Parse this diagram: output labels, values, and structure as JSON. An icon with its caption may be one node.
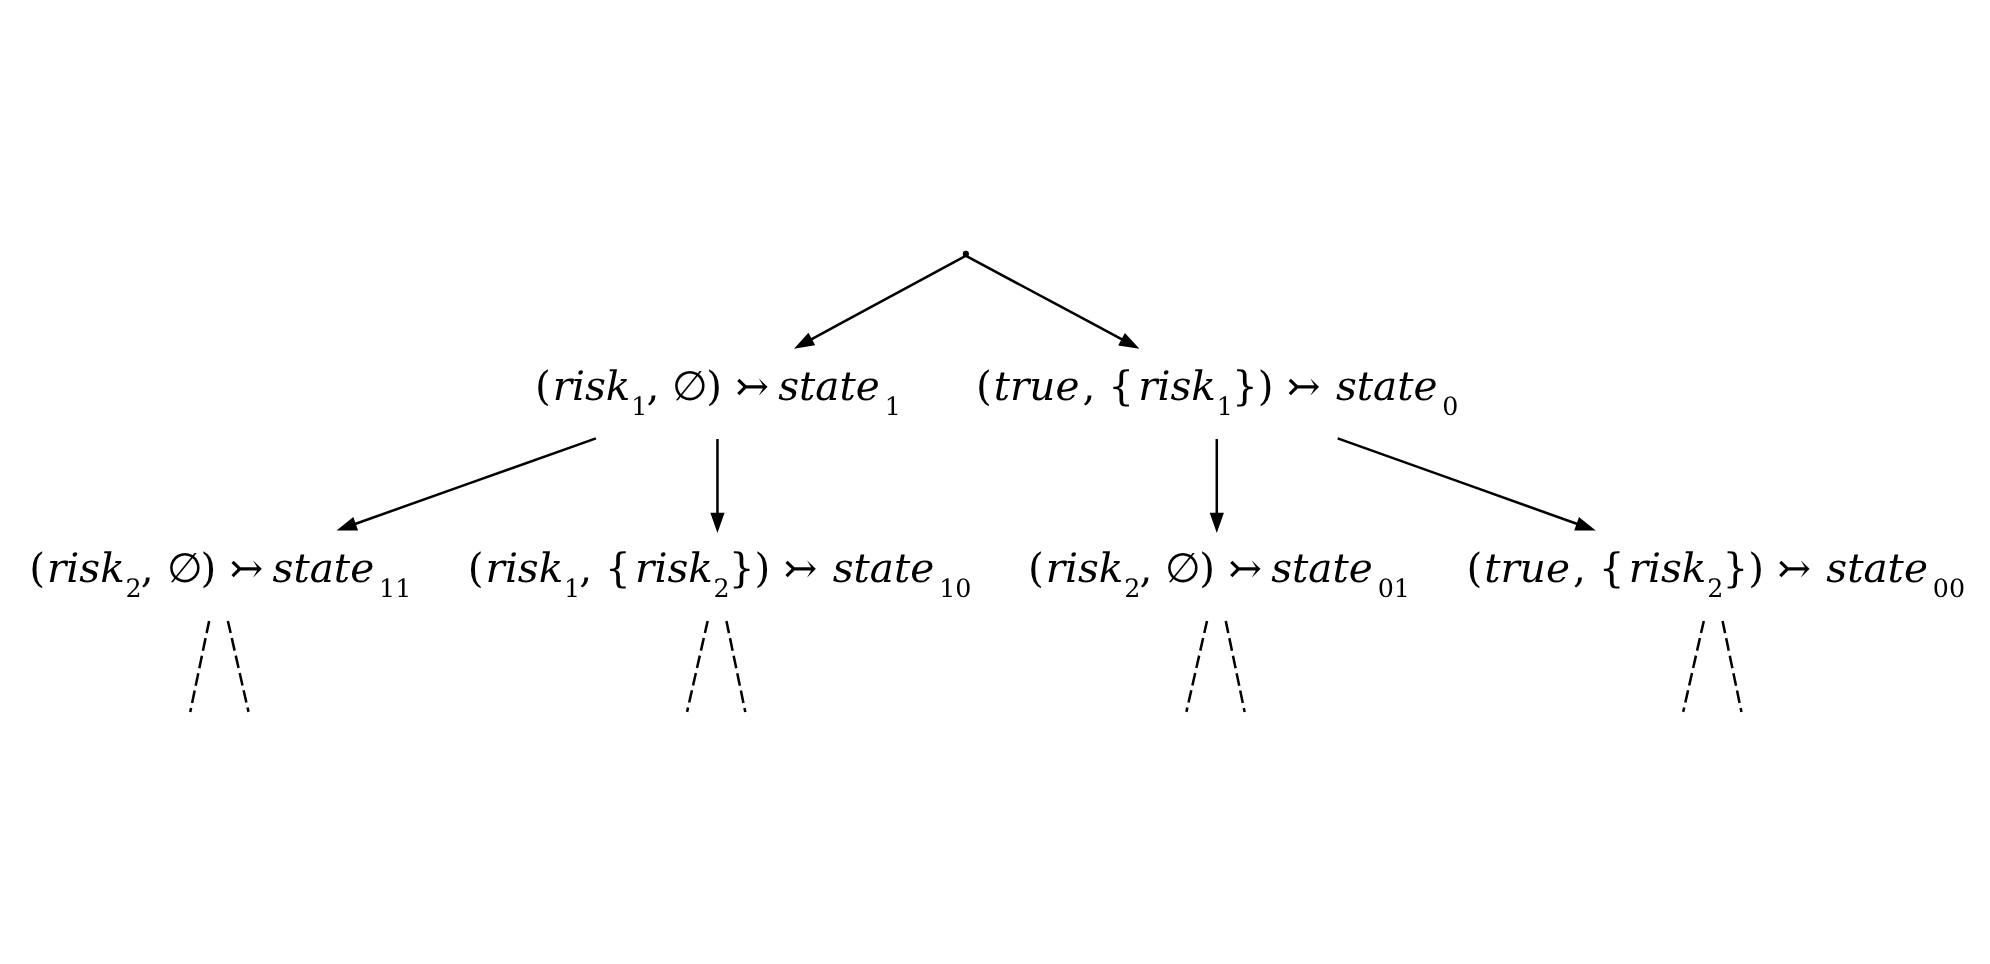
{
  "diagram": {
    "nodes": [
      {
        "text": [],
        "shape": "point"
      },
      {
        "text": [
          "(risk$_{1}$, ∅) ↣ state$_{1}$"
        ]
      },
      {
        "text": [
          "(risk$_{2}$, ∅) ↣ state$_{11}$"
        ]
      },
      {
        "text": [
          "(true, {risk$_{1}$}) ↣ state$_{0}$"
        ]
      },
      {
        "text": [
          "(risk$_{1}$, {risk$_{2}$}) ↣ state$_{10}$"
        ]
      },
      {
        "text": [
          "(risk$_{2}$, ∅) ↣ state$_{01}$"
        ]
      },
      {
        "text": [
          "(true, {risk$_{2}$}) ↣ state$_{00}$"
        ]
      }
    ],
    "edges": [
      {
        "from": 0,
        "to": 1,
        "arrow": "to"
      },
      {
        "from": 0,
        "to": 3,
        "arrow": "to"
      },
      {
        "from": 1,
        "to": 2,
        "arrow": "to"
      },
      {
        "from": 1,
        "to": 4,
        "arrow": "to"
      },
      {
        "from": 3,
        "to": 5,
        "arrow": "to"
      },
      {
        "from": 3,
        "to": 6,
        "arrow": "to"
      },
      {
        "from": 2,
        "to": null,
        "arrow": "none",
        "style": "dashed"
      },
      {
        "from": 2,
        "to": null,
        "arrow": "none",
        "style": "dashed"
      },
      {
        "from": 4,
        "to": null,
        "arrow": "none",
        "style": "dashed"
      },
      {
        "from": 4,
        "to": null,
        "arrow": "none",
        "style": "dashed"
      },
      {
        "from": 5,
        "to": null,
        "arrow": "none",
        "style": "dashed"
      },
      {
        "from": 5,
        "to": null,
        "arrow": "none",
        "style": "dashed"
      },
      {
        "from": 6,
        "to": null,
        "arrow": "none",
        "style": "dashed"
      },
      {
        "from": 6,
        "to": null,
        "arrow": "none",
        "style": "dashed"
      }
    ]
  }
}
